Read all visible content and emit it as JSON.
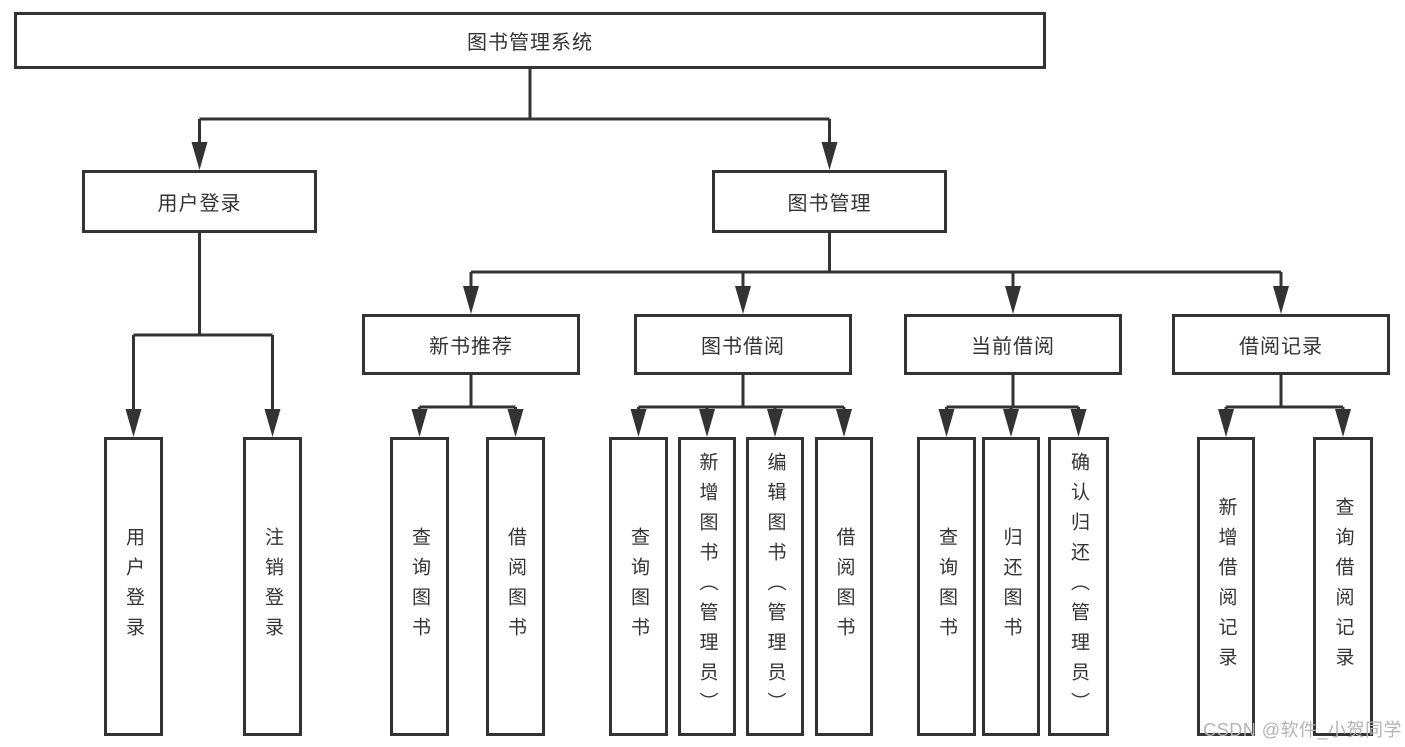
{
  "title": "图书管理系统",
  "level2": {
    "user_login": "用户登录",
    "book_management": "图书管理"
  },
  "level3": {
    "new_book_recommend": "新书推荐",
    "book_borrowing": "图书借阅",
    "current_borrowing": "当前借阅",
    "borrowing_records": "借阅记录"
  },
  "leaves": {
    "user_login": "用户登录",
    "logout_login": "注销登录",
    "recommend_query_books": "查询图书",
    "recommend_borrow_books": "借阅图书",
    "borrowing_query_books": "查询图书",
    "borrowing_add_books_admin": "新增图书（管理员）",
    "borrowing_edit_books_admin": "编辑图书（管理员）",
    "borrowing_borrow_books": "借阅图书",
    "current_query_books": "查询图书",
    "current_return_books": "归还图书",
    "current_confirm_return_admin": "确认归还（管理员）",
    "records_add_record": "新增借阅记录",
    "records_query_record": "查询借阅记录"
  },
  "watermark": "CSDN @软件_小贺同学",
  "colors": {
    "line": "#333333",
    "box_border": "#333333",
    "box_fill": "#ffffff",
    "text": "#333333",
    "watermark": "#b3b3b3",
    "background": "#ffffff"
  }
}
